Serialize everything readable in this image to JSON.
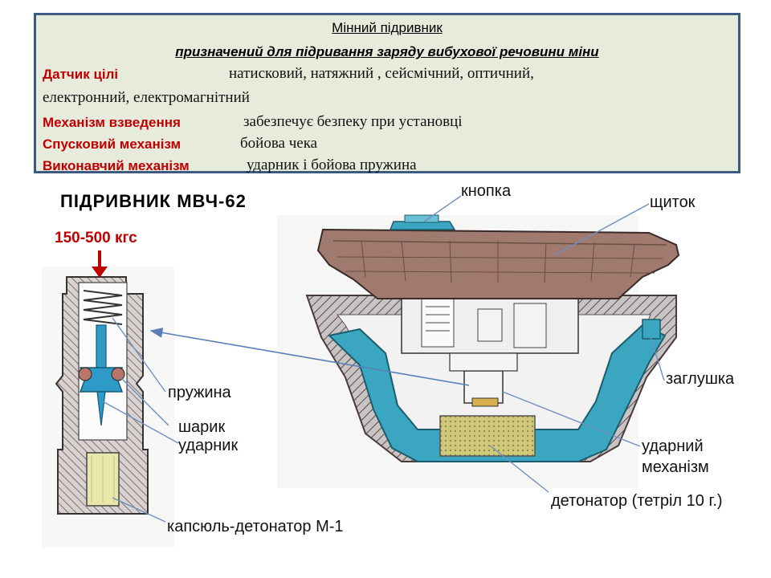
{
  "info": {
    "title": "Мінний підривник",
    "subtitle": "призначений для підривання  заряду вибухової речовини міни",
    "rows": [
      {
        "label": "Датчик цілі",
        "value": "натисковий, натяжний , сейсмічний, оптичний,"
      },
      {
        "label": "",
        "value": "електронний, електромагнітний"
      },
      {
        "label": "Механізм взведення",
        "value": "забезпечує безпеку при установці"
      },
      {
        "label": "Спусковий механізм",
        "value": "бойова чека"
      },
      {
        "label": "Виконавчий механізм",
        "value": "ударник і бойова пружина"
      }
    ]
  },
  "fuse": {
    "title": "ПІДРИВНИК  МВЧ-62",
    "force": "150-500 кгс"
  },
  "labels": {
    "button": "кнопка",
    "shield": "щиток",
    "plug": "заглушка",
    "spring": "пружина",
    "ball": "шарик",
    "striker": "ударник",
    "firing_mechanism_1": "ударний",
    "firing_mechanism_2": "механізм",
    "detonator": "детонатор (тетріл 10 г.)",
    "cap_detonator": "капсюль-детонатор М-1"
  },
  "colors": {
    "box_bg": "#e6ebdc",
    "box_border": "#3d5a80",
    "accent_red": "#c00000",
    "teal": "#3aa6c0",
    "lid_brown": "#a07a6e",
    "charge_yellow": "#d9d27a"
  }
}
